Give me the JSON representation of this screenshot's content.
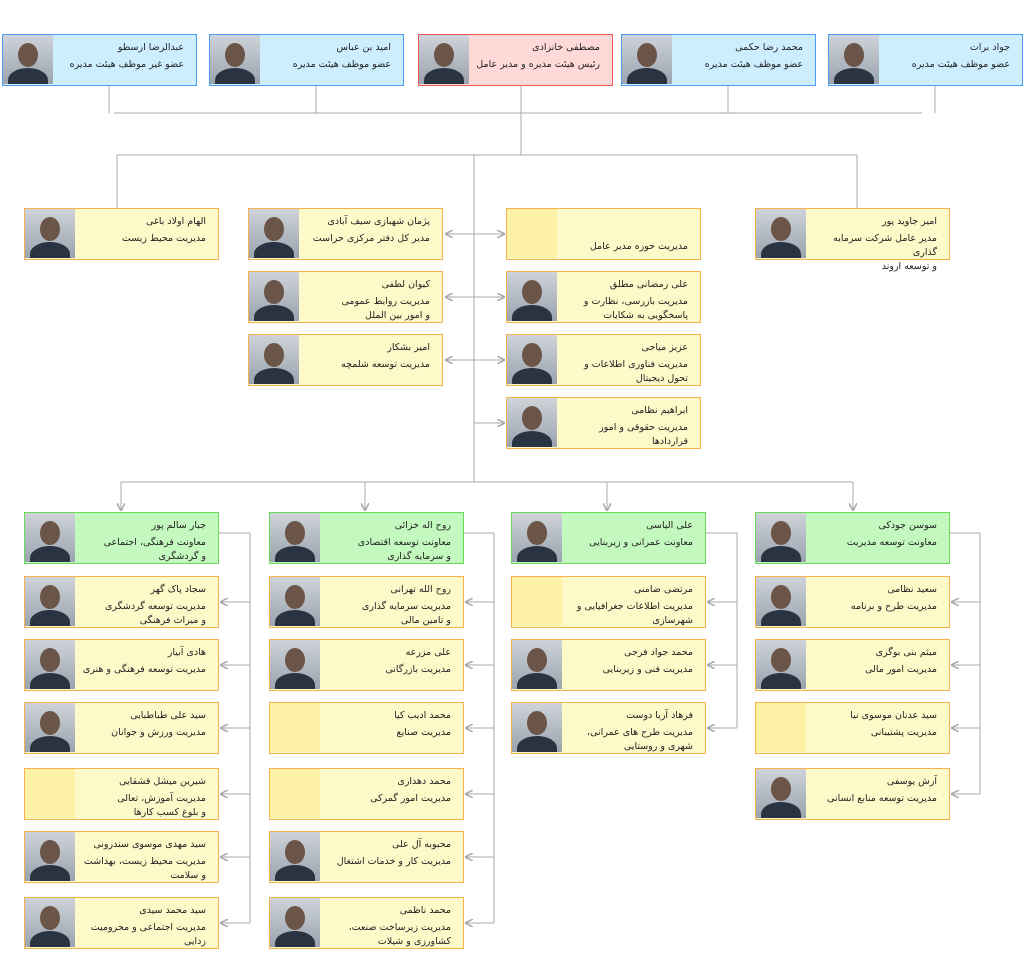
{
  "board": [
    {
      "name": "عبدالرضا ارسطو",
      "title": "عضو غیر موظف هیئت مدیره",
      "photo": true
    },
    {
      "name": "امید بن عباس",
      "title": "عضو موظف هیئت مدیره",
      "photo": true
    },
    {
      "name": "مصطفی خانزادی",
      "title": "رئیس هیئت مدیره و مدیر عامل",
      "photo": true
    },
    {
      "name": "محمد رضا حکمی",
      "title": "عضو موظف هیئت مدیره",
      "photo": true
    },
    {
      "name": "جواد برات",
      "title": "عضو موظف هیئت مدیره",
      "photo": true
    }
  ],
  "side": [
    {
      "name": "الهام اولاد باغی",
      "title": "مدیریت محیط زیست",
      "photo": true
    },
    {
      "name": "امیر جاوید پور",
      "title": "مدیر عامل شرکت سرمایه گذاری\nو توسعه اروند",
      "photo": true
    }
  ],
  "ceo_office_left": [
    {
      "name": "پژمان شهبازی سیف آبادی",
      "title": "مدیر کل دفتر مرکزی حراست",
      "photo": true
    },
    {
      "name": "کیوان لطفی",
      "title": "مدیریت روابط عمومی\nو امور بین الملل",
      "photo": true
    },
    {
      "name": "امیر بشکار",
      "title": "مدیریت توسعه شلمچه",
      "photo": true
    }
  ],
  "ceo_office_right": [
    {
      "name": "",
      "title": "مدیریت حوزه مدیر عامل",
      "photo": false
    },
    {
      "name": "علی رمضانی مطلق",
      "title": "مدیریت بازرسی، نظارت و\nپاسخگویی به شکایات",
      "photo": true
    },
    {
      "name": "عزیز میاحی",
      "title": "مدیریت فناوری اطلاعات و\nتحول دیجیتال",
      "photo": true
    },
    {
      "name": "ابراهیم نظامی",
      "title": "مدیریت حقوقی و امور قراردادها",
      "photo": true
    }
  ],
  "deputies": [
    {
      "head": {
        "name": "جبار سالم پور",
        "title": "معاونت فرهنگی، اجتماعی\nو گردشگری",
        "photo": true
      },
      "items": [
        {
          "name": "سجاد پاک گهر",
          "title": "مدیریت توسعه گردشگری\nو میراث فرهنگی",
          "photo": true
        },
        {
          "name": "هادی آبیار",
          "title": "مدیریت توسعه فرهنگی و هنری",
          "photo": true
        },
        {
          "name": "سید علی طباطبایی",
          "title": "مدیریت ورزش و جوانان",
          "photo": true
        },
        {
          "name": "شیرین میشل قشقایی",
          "title": "مدیریت آموزش، تعالی\nو بلوغ کسب کارها",
          "photo": false
        },
        {
          "name": "سید مهدی موسوی سندرونی",
          "title": "مدیریت محیط زیست، بهداشت\nو سلامت",
          "photo": true
        },
        {
          "name": "سید محمد سیدی",
          "title": "مدیریت اجتماعی و محرومیت\nزدایی",
          "photo": true
        }
      ]
    },
    {
      "head": {
        "name": "روح اله خزائی",
        "title": "معاونت توسعه اقتصادی\nو سرمایه گذاری",
        "photo": true
      },
      "items": [
        {
          "name": "روح الله تهرانی",
          "title": "مدیریت سرمایه گذاری\nو تامین مالی",
          "photo": true
        },
        {
          "name": "علی مزرعه",
          "title": "مدیریت بازرگانی",
          "photo": true
        },
        {
          "name": "محمد ادیب کیا",
          "title": "مدیریت صنایع",
          "photo": false
        },
        {
          "name": "محمد دهداری",
          "title": "مدیریت امور گمرکی",
          "photo": false
        },
        {
          "name": "محبوبه آل علی",
          "title": "مدیریت کار و خدمات اشتغال",
          "photo": true
        },
        {
          "name": "محمد ناظمی",
          "title": "مدیریت زیرساخت صنعت،\nکشاورزی و شیلات",
          "photo": true
        }
      ]
    },
    {
      "head": {
        "name": "علی الیاسی",
        "title": "معاونت عمرانی و زیربنایی",
        "photo": true
      },
      "items": [
        {
          "name": "مرتضی ضامنی",
          "title": "مدیریت اطلاعات جغرافیایی و\nشهرسازی",
          "photo": false
        },
        {
          "name": "محمد جواد فرجی",
          "title": "مدیریت فنی و زیربنایی",
          "photo": true
        },
        {
          "name": "فرهاد آریا دوست",
          "title": "مدیریت طرح های عمرانی،\nشهری و روستایی",
          "photo": true
        }
      ]
    },
    {
      "head": {
        "name": "سوسن جودکی",
        "title": "معاونت توسعه مدیریت",
        "photo": true
      },
      "items": [
        {
          "name": "سعید نظامی",
          "title": "مدیریت طرح و برنامه",
          "photo": true
        },
        {
          "name": "میثم بنی بوگری",
          "title": "مدیریت امور مالی",
          "photo": true
        },
        {
          "name": "سید عدنان موسوی نیا",
          "title": "مدیریت پشتیبانی",
          "photo": false
        },
        {
          "name": "آرش یوسفی",
          "title": "مدیریت توسعه منابع انسانی",
          "photo": true
        }
      ]
    }
  ],
  "colors": {
    "board": "#cdeeff",
    "chair": "#ffd8d8",
    "manager": "#fef9c9",
    "deputy": "#c3f8bf",
    "connector": "#a9a9a9"
  }
}
